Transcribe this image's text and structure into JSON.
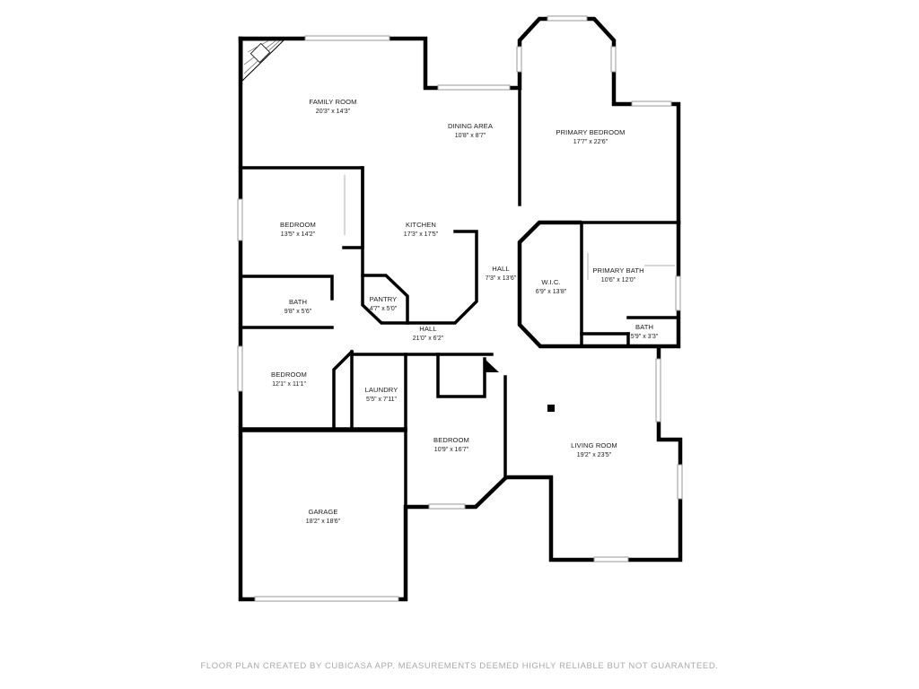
{
  "rooms": {
    "family_room": {
      "name": "FAMILY ROOM",
      "dims": "20'3\" x 14'3\""
    },
    "dining_area": {
      "name": "DINING AREA",
      "dims": "10'8\" x 8'7\""
    },
    "primary_bedroom": {
      "name": "PRIMARY BEDROOM",
      "dims": "17'7\" x 22'6\""
    },
    "bedroom_1": {
      "name": "BEDROOM",
      "dims": "13'5\" x 14'2\""
    },
    "kitchen": {
      "name": "KITCHEN",
      "dims": "17'3\" x 17'5\""
    },
    "hall_1": {
      "name": "HALL",
      "dims": "7'3\" x 13'6\""
    },
    "wic": {
      "name": "W.I.C.",
      "dims": "6'9\" x 13'8\""
    },
    "primary_bath": {
      "name": "PRIMARY BATH",
      "dims": "10'6\" x 12'0\""
    },
    "bath_1": {
      "name": "BATH",
      "dims": "9'8\" x 5'6\""
    },
    "pantry": {
      "name": "PANTRY",
      "dims": "4'7\" x 5'0\""
    },
    "hall_2": {
      "name": "HALL",
      "dims": "21'0\" x 6'2\""
    },
    "bath_2": {
      "name": "BATH",
      "dims": "5'9\" x 3'3\""
    },
    "bedroom_2": {
      "name": "BEDROOM",
      "dims": "12'1\" x 11'1\""
    },
    "laundry": {
      "name": "LAUNDRY",
      "dims": "5'5\" x 7'11\""
    },
    "bedroom_3": {
      "name": "BEDROOM",
      "dims": "10'9\" x 16'7\""
    },
    "living_room": {
      "name": "LIVING ROOM",
      "dims": "19'2\" x 23'5\""
    },
    "garage": {
      "name": "GARAGE",
      "dims": "18'2\" x 18'6\""
    }
  },
  "footer": "FLOOR PLAN CREATED BY CUBICASA APP. MEASUREMENTS DEEMED HIGHLY RELIABLE BUT NOT GUARANTEED."
}
